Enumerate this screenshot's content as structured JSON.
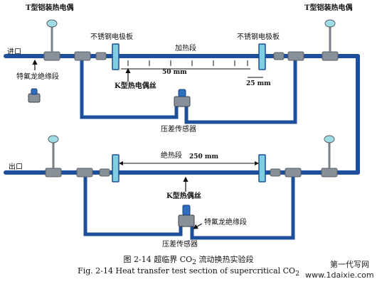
{
  "colors": {
    "pipe": "#1d4f9a",
    "pipe_edge": "#0f2f66",
    "electrode": "#7fcfe0",
    "fitting": "#8a9099",
    "text": "#111111"
  },
  "top_section": {
    "thermocouple_left": "T型铠装热电偶",
    "thermocouple_right": "T型铠装热电偶",
    "inlet": "进口",
    "electrode_left": "不锈钢电极板",
    "electrode_right": "不锈钢电极板",
    "heating_section": "加热段",
    "teflon_insulation": "特氟龙绝缘段",
    "spacing_50": "50 mm",
    "spacing_25": "25 mm",
    "k_thermocouple_wire": "K型热电偶丝",
    "dp_transducer": "压差传感器"
  },
  "bottom_section": {
    "outlet": "出口",
    "adiabatic_label": "绝热段",
    "adiabatic_length": "250 mm",
    "k_thermocouple_wire": "K型热偶丝",
    "teflon_insulation": "特氟龙绝缘段",
    "dp_transducer": "压差传感器"
  },
  "caption": {
    "cn_prefix": "图  2-14  超临界 CO",
    "cn_sub": "2",
    "cn_suffix": " 流动换热实验段",
    "en_prefix": "Fig. 2-14 Heat transfer test section of supercritical CO",
    "en_sub": "2"
  },
  "watermark": {
    "line1": "第一代写网",
    "line2": "www.1daixie.com"
  }
}
